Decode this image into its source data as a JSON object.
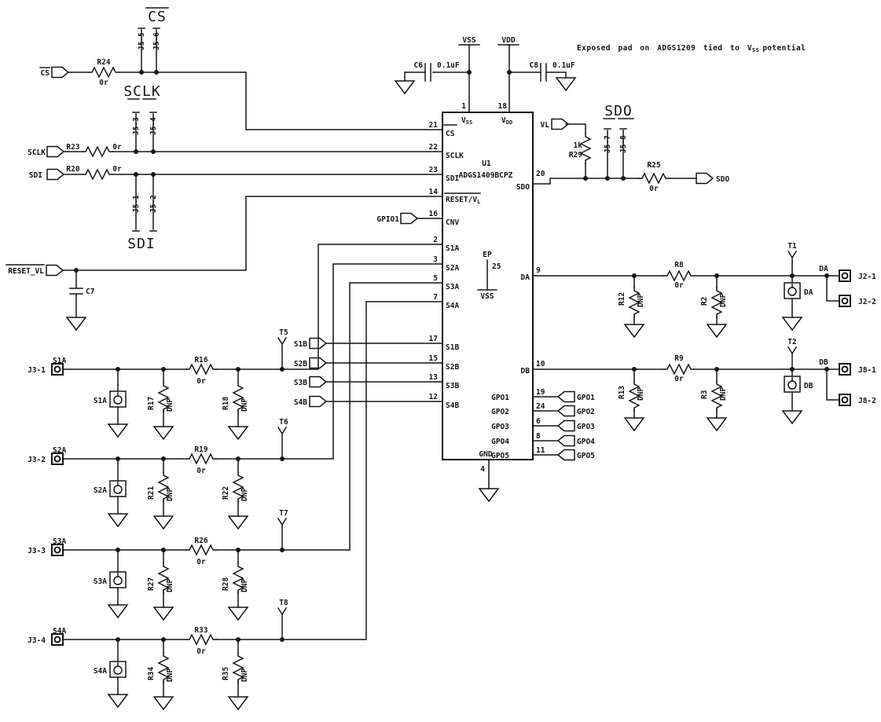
{
  "note": {
    "pre": "Exposed pad on ADGS1209 tied to V",
    "sub": "SS",
    "post": "potential"
  },
  "titles": {
    "cs": "CS",
    "sclk": "SCLK",
    "sdi": "SDI",
    "sdo": "SDO"
  },
  "power": {
    "vss": "VSS",
    "vdd": "VDD"
  },
  "chip": {
    "ref": "U1",
    "part": "ADGS1409BCPZ",
    "pins": {
      "vss": {
        "num": "1",
        "name": "V",
        "sub": "SS"
      },
      "vdd": {
        "num": "18",
        "name": "V",
        "sub": "DD"
      },
      "cs": {
        "num": "21",
        "name": "CS"
      },
      "sclk": {
        "num": "22",
        "name": "SCLK"
      },
      "sdi": {
        "num": "23",
        "name": "SDI"
      },
      "reset": {
        "num": "14",
        "name": "RESET/V",
        "sub": "L"
      },
      "cnv": {
        "num": "16",
        "name": "CNV"
      },
      "s1a": {
        "num": "2",
        "name": "S1A"
      },
      "s2a": {
        "num": "3",
        "name": "S2A"
      },
      "s3a": {
        "num": "5",
        "name": "S3A"
      },
      "s4a": {
        "num": "7",
        "name": "S4A"
      },
      "s1b": {
        "num": "17",
        "name": "S1B"
      },
      "s2b": {
        "num": "15",
        "name": "S2B"
      },
      "s3b": {
        "num": "13",
        "name": "S3B"
      },
      "s4b": {
        "num": "12",
        "name": "S4B"
      },
      "sdo": {
        "num": "20",
        "name": "SDO"
      },
      "da": {
        "num": "9",
        "name": "DA"
      },
      "db": {
        "num": "10",
        "name": "DB"
      },
      "gpo1": {
        "num": "19",
        "name": "GPO1"
      },
      "gpo2": {
        "num": "24",
        "name": "GPO2"
      },
      "gpo3": {
        "num": "6",
        "name": "GPO3"
      },
      "gpo4": {
        "num": "8",
        "name": "GPO4"
      },
      "gpo5": {
        "num": "11",
        "name": "GPO5"
      },
      "gnd": {
        "num": "4",
        "name": "GND"
      },
      "ep": {
        "num": "25",
        "name": "EP",
        "net": "VSS"
      }
    }
  },
  "ports": {
    "cs": "CS",
    "sclk": "SCLK",
    "sdi": "SDI",
    "reset_vl": "RESET_VL",
    "gpio1": "GPIO1",
    "s1b": "S1B",
    "s2b": "S2B",
    "s3b": "S3B",
    "s4b": "S4B",
    "vl": "VL",
    "sdo": "SDO",
    "gpo1": "GPO1",
    "gpo2": "GPO2",
    "gpo3": "GPO3",
    "gpo4": "GPO4",
    "gpo5": "GPO5"
  },
  "resistors": {
    "r24": {
      "ref": "R24",
      "value": "0r"
    },
    "r23": {
      "ref": "R23",
      "value": "0r"
    },
    "r20": {
      "ref": "R20",
      "value": "0r"
    },
    "r29": {
      "ref": "R29",
      "value": "1k"
    },
    "r25": {
      "ref": "R25",
      "value": "0r"
    },
    "r8": {
      "ref": "R8",
      "value": "0r"
    },
    "r9": {
      "ref": "R9",
      "value": "0r"
    },
    "r12": {
      "ref": "R12",
      "value": "DNP"
    },
    "r2": {
      "ref": "R2",
      "value": "DNP"
    },
    "r13": {
      "ref": "R13",
      "value": "DNP"
    },
    "r3": {
      "ref": "R3",
      "value": "DNP"
    },
    "r16": {
      "ref": "R16",
      "value": "0r"
    },
    "r17": {
      "ref": "R17",
      "value": "DNP"
    },
    "r18": {
      "ref": "R18",
      "value": "DNP"
    },
    "r19": {
      "ref": "R19",
      "value": "0r"
    },
    "r21": {
      "ref": "R21",
      "value": "DNP"
    },
    "r22": {
      "ref": "R22",
      "value": "DNP"
    },
    "r26": {
      "ref": "R26",
      "value": "0r"
    },
    "r27": {
      "ref": "R27",
      "value": "DNP"
    },
    "r28": {
      "ref": "R28",
      "value": "DNP"
    },
    "r33": {
      "ref": "R33",
      "value": "0r"
    },
    "r34": {
      "ref": "R34",
      "value": "DNP"
    },
    "r35": {
      "ref": "R35",
      "value": "DNP"
    }
  },
  "capacitors": {
    "c6": {
      "ref": "C6",
      "value": "0.1uF"
    },
    "c8": {
      "ref": "C8",
      "value": "0.1uF"
    },
    "c7": {
      "ref": "C7"
    }
  },
  "jumpers": {
    "j5_1": "J5-1",
    "j5_2": "J5-2",
    "j5_3": "J5-3",
    "j5_4": "J5-4",
    "j5_5": "J5-5",
    "j5_6": "J5-6",
    "j5_7": "J5-7",
    "j5_8": "J5-8"
  },
  "testpoints": {
    "t1": "T1",
    "t2": "T2",
    "t5": "T5",
    "t6": "T6",
    "t7": "T7",
    "t8": "T8"
  },
  "jacks": {
    "s1a": "S1A",
    "s2a": "S2A",
    "s3a": "S3A",
    "s4a": "S4A",
    "da": "DA",
    "db": "DB"
  },
  "connectors": {
    "j3_1": "J3-1",
    "j3_2": "J3-2",
    "j3_3": "J3-3",
    "j3_4": "J3-4",
    "j2_1": "J2-1",
    "j2_2": "J2-2",
    "j8_1": "J8-1",
    "j8_2": "J8-2"
  },
  "nets": {
    "s1a": "S1A",
    "s2a": "S2A",
    "s3a": "S3A",
    "s4a": "S4A",
    "da": "DA",
    "db": "DB"
  }
}
